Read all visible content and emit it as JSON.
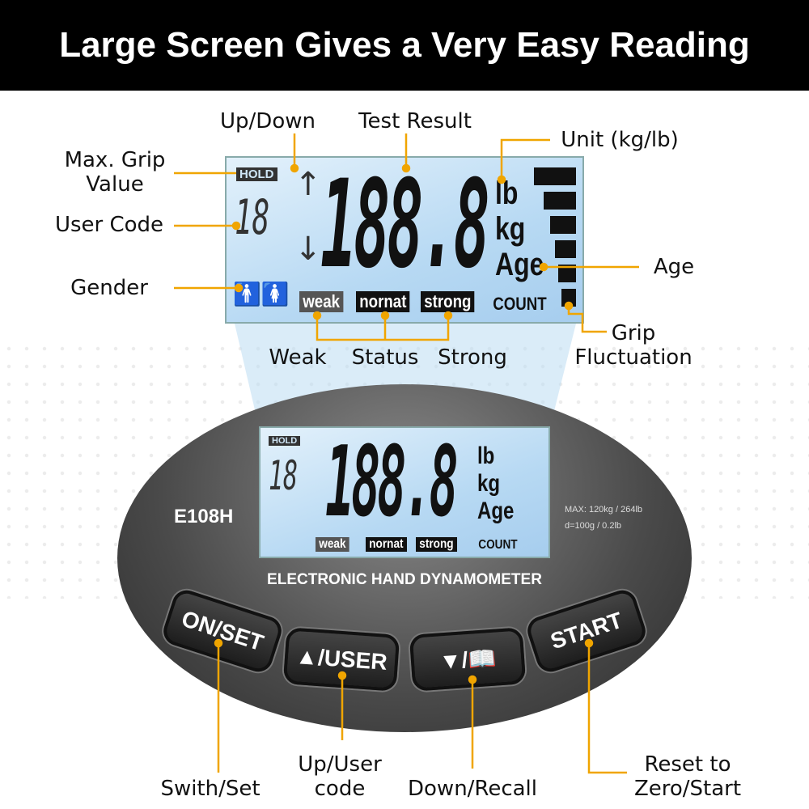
{
  "header": {
    "title": "Large Screen Gives a Very Easy Reading"
  },
  "lcd": {
    "hold": "HOLD",
    "user_digits": "18",
    "main_digits": "188.8",
    "units": [
      "lb",
      "kg",
      "Age"
    ],
    "count": "COUNT",
    "status_tags": [
      "weak",
      "nornat",
      "strong"
    ]
  },
  "device": {
    "model": "E108H",
    "spec_max": "MAX: 120kg / 264lb",
    "spec_d": "d=100g / 0.2lb",
    "name": "ELECTRONIC HAND DYNAMOMETER",
    "buttons": [
      {
        "label": "ON/SET"
      },
      {
        "label": "▲/USER"
      },
      {
        "label": "▼/📖"
      },
      {
        "label": "START"
      }
    ]
  },
  "callouts": {
    "up_down": "Up/Down",
    "test_result": "Test Result",
    "unit": "Unit (kg/lb)",
    "max_grip_1": "Max. Grip",
    "max_grip_2": "Value",
    "user_code": "User Code",
    "gender": "Gender",
    "age": "Age",
    "grip_1": "Grip",
    "grip_2": "Fluctuation",
    "weak": "Weak",
    "status": "Status",
    "strong": "Strong",
    "swith_set": "Swith/Set",
    "up_user_1": "Up/User",
    "up_user_2": "code",
    "down_recall": "Down/Recall",
    "reset_1": "Reset to",
    "reset_2": "Zero/Start"
  },
  "colors": {
    "accent": "#f0a500",
    "lcd": "#c8e2f5"
  }
}
